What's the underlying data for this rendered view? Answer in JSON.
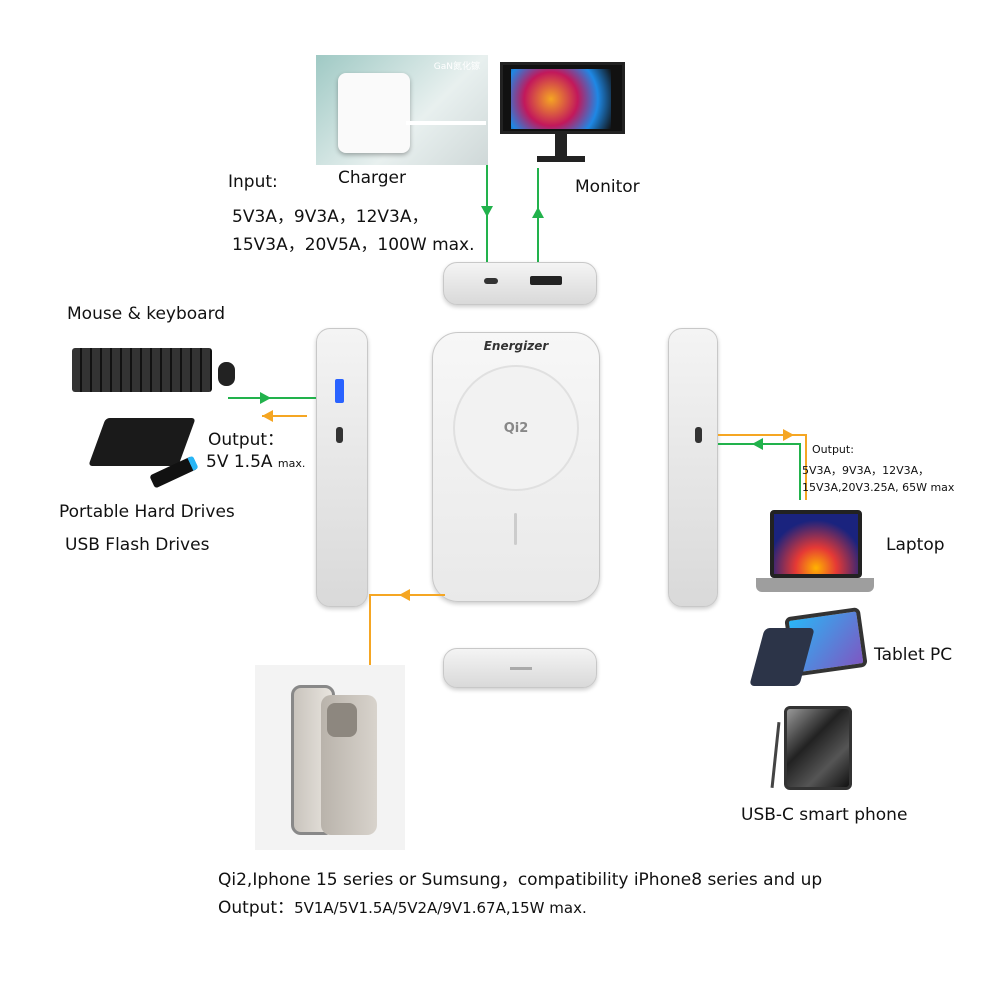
{
  "charger": {
    "label": "Charger",
    "badge": "GaN氮化镓"
  },
  "monitor": {
    "label": "Monitor"
  },
  "input": {
    "title": "Input:",
    "line1": "5V3A，9V3A，12V3A，",
    "line2": "15V3A，20V5A，100W max."
  },
  "left": {
    "mouse_keyboard": "Mouse & keyboard",
    "output_title": "Output：",
    "output_value": "5V 1.5A",
    "output_max": "max.",
    "hdd": "Portable Hard Drives",
    "usb": "USB Flash Drives"
  },
  "right": {
    "output_title": "Output:",
    "line1": "5V3A，9V3A，12V3A，",
    "line2": "15V3A,20V3.25A, 65W max",
    "laptop": "Laptop",
    "tablet": "Tablet PC",
    "phone": "USB-C smart phone"
  },
  "center": {
    "brand": "Energizer",
    "qi": "Qi2"
  },
  "bottom": {
    "line1": "Qi2,Iphone 15 series or Sumsung，compatibility iPhone8 series and up",
    "output_title": "Output：",
    "output_value": "5V1A/5V1.5A/5V2A/9V1.67A,15W max."
  },
  "colors": {
    "green": "#22b24c",
    "orange": "#f5a623"
  }
}
